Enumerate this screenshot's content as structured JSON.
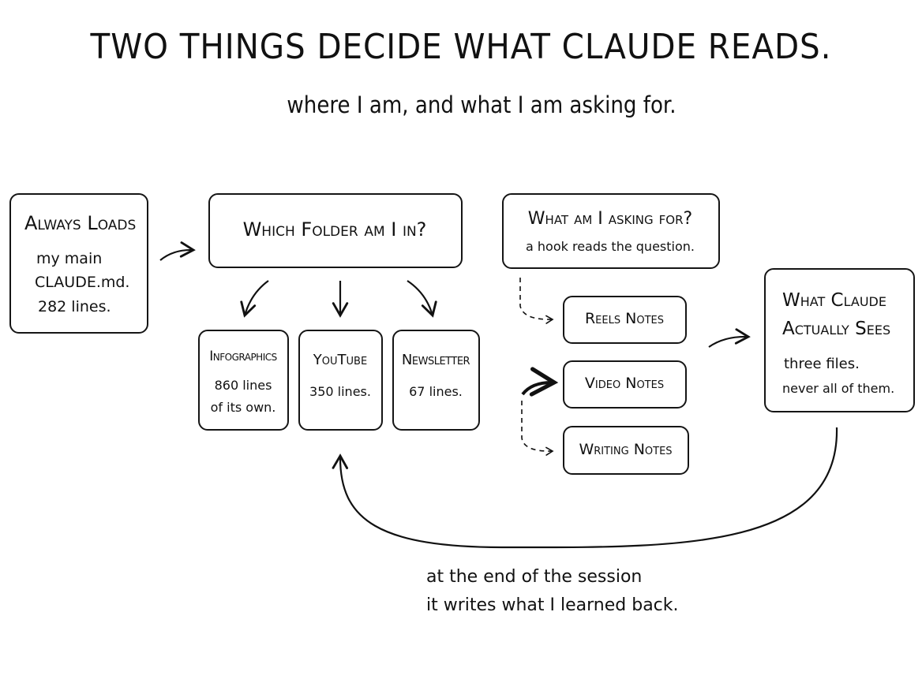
{
  "title": "TWO THINGS DECIDE WHAT CLAUDE READS.",
  "subtitle": "where I am, and what I am asking for.",
  "always": {
    "heading": "Always Loads",
    "line1": "my main",
    "line2": "CLAUDE.md.",
    "line3": "282 lines."
  },
  "folder": {
    "question": "Which Folder am I in?"
  },
  "folders": [
    {
      "name": "Infographics",
      "line1": "860 lines",
      "line2": "of its own."
    },
    {
      "name": "YouTube",
      "line1": "350 lines."
    },
    {
      "name": "Newsletter",
      "line1": "67 lines."
    }
  ],
  "asking": {
    "question": "What am I asking for?",
    "note": "a hook reads the question."
  },
  "notes": [
    {
      "label": "Reels Notes"
    },
    {
      "label": "Video Notes"
    },
    {
      "label": "Writing Notes"
    }
  ],
  "sees": {
    "heading1": "What Claude",
    "heading2": "Actually Sees",
    "line1": "three files.",
    "line2": "never all of them."
  },
  "loop_caption": {
    "line1": "at the end of the session",
    "line2": "it writes what I learned back."
  },
  "colors": {
    "ink": "#111111",
    "background": "#ffffff"
  }
}
